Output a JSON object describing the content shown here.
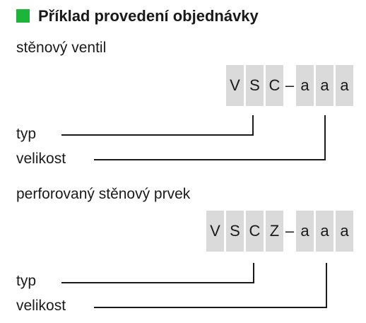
{
  "header": {
    "title": "Příklad provedení objednávky",
    "marker_color": "#1db43a"
  },
  "sections": [
    {
      "subtitle": "stěnový ventil",
      "code": [
        "V",
        "S",
        "C",
        "–",
        "a",
        "a",
        "a"
      ],
      "labels": {
        "type": "typ",
        "size": "velikost"
      }
    },
    {
      "subtitle": "perforovaný stěnový prvek",
      "code": [
        "V",
        "S",
        "C",
        "Z",
        "–",
        "a",
        "a",
        "a"
      ],
      "labels": {
        "type": "typ",
        "size": "velikost"
      }
    }
  ]
}
